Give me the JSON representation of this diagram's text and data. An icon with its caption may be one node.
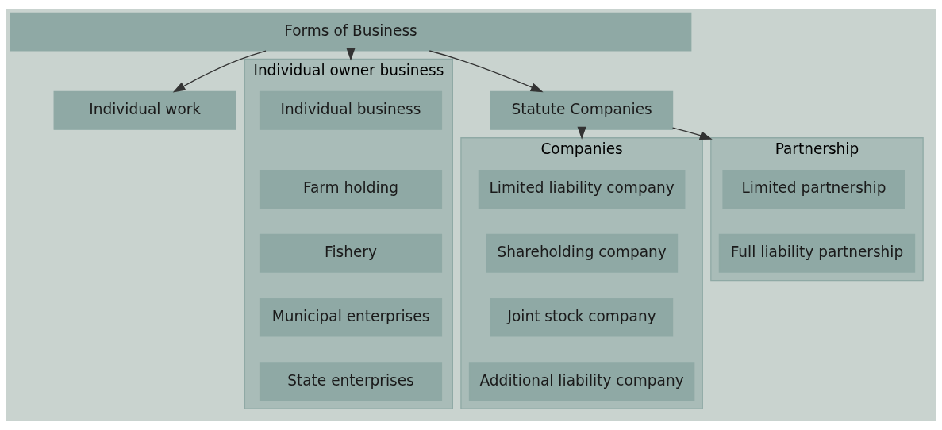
{
  "diagram": {
    "nodes": [
      {
        "text": [
          "Forms of Business"
        ]
      },
      {
        "text": [
          "Individual work"
        ]
      },
      {
        "text": [
          "Statute Companies"
        ]
      },
      {
        "text": [
          "Individual owner business"
        ]
      },
      {
        "text": [
          "Individual business"
        ],
        "in": 3
      },
      {
        "text": [
          "Farm holding"
        ],
        "in": 3
      },
      {
        "text": [
          "Fishery"
        ],
        "in": 3
      },
      {
        "text": [
          "Municipal enterprises"
        ],
        "in": 3
      },
      {
        "text": [
          "State enterprises"
        ],
        "in": 3
      },
      {
        "text": [
          "Companies"
        ]
      },
      {
        "text": [
          "Limited liability company"
        ],
        "in": 9
      },
      {
        "text": [
          "Shareholding company"
        ],
        "in": 9
      },
      {
        "text": [
          "Joint stock company"
        ],
        "in": 9
      },
      {
        "text": [
          "Additional liability company"
        ],
        "in": 9
      },
      {
        "text": [
          "Partnership"
        ]
      },
      {
        "text": [
          "Limited partnership"
        ],
        "in": 14
      },
      {
        "text": [
          "Full liability partnership"
        ],
        "in": 14
      }
    ],
    "edges": [
      {
        "from": 0,
        "to": 1,
        "arrow": "to"
      },
      {
        "from": 0,
        "to": 2,
        "arrow": "to"
      },
      {
        "from": 0,
        "to": 3,
        "arrow": "to"
      },
      {
        "from": 2,
        "to": 9,
        "arrow": "to"
      },
      {
        "from": 2,
        "to": 14,
        "arrow": "to"
      }
    ]
  }
}
